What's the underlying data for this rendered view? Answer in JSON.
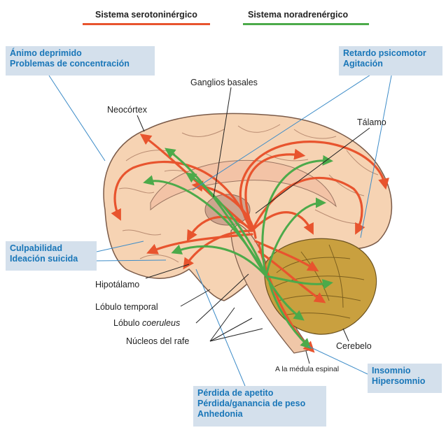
{
  "legend": {
    "serotonin": {
      "label": "Sistema serotoninérgico",
      "color": "#e8542e"
    },
    "noradrenaline": {
      "label": "Sistema noradrenérgico",
      "color": "#4caa4a"
    }
  },
  "symptoms": {
    "mood": {
      "line1": "Ánimo deprimido",
      "line2": "Problemas de concentración"
    },
    "psychomotor": {
      "line1": "Retardo psicomotor",
      "line2": "Agitación"
    },
    "guilt": {
      "line1": "Culpabilidad",
      "line2": "Ideación suicida"
    },
    "sleep": {
      "line1": "Insomnio",
      "line2": "Hipersomnio"
    },
    "appetite": {
      "line1": "Pérdida de apetito",
      "line2": "Pérdida/ganancia de peso",
      "line3": "Anhedonia"
    }
  },
  "labels": {
    "neocortex": "Neocórtex",
    "basal_ganglia": "Ganglios basales",
    "thalamus": "Tálamo",
    "hypothalamus": "Hipotálamo",
    "temporal_lobe": "Lóbulo temporal",
    "locus_prefix": "Lóbulo ",
    "locus_italic": "coeruleus",
    "raphe_nuclei": "Núcleos del rafe",
    "cerebellum": "Cerebelo",
    "spinal_cord": "A la médula espinal"
  },
  "colors": {
    "brain": "#f6d3b3",
    "brain_outline": "#7a5a48",
    "cerebellum": "#c9a03f",
    "pointer": "#3d8cc8"
  }
}
